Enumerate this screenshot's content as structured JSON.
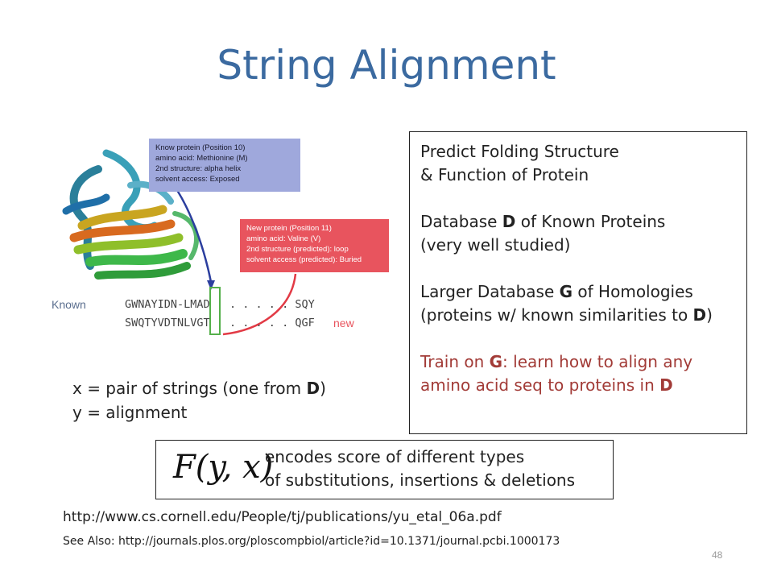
{
  "title": "String Alignment",
  "figure": {
    "known_box": [
      "Know protein (Position 10)",
      "amino acid: Methionine (M)",
      "2nd structure: alpha helix",
      "solvent access: Exposed"
    ],
    "new_box": [
      "New protein (Position 11)",
      "amino acid: Valine (V)",
      "2nd structure (predicted): loop",
      "solvent access (predicted): Buried"
    ],
    "known_label": "Known",
    "new_label": "new",
    "seq_known": "GWNAYIDN-LMAD . . . . . . SQY",
    "seq_new": "SWQTYVDTNLVGT . . . . . . QGF"
  },
  "rightbox": {
    "line1": "Predict Folding Structure",
    "line2": "& Function of Protein",
    "db_prefix": "Database ",
    "db_bold": "D",
    "db_suffix": " of Known Proteins",
    "db_note": "(very well studied)",
    "larger_prefix": "Larger Database ",
    "larger_bold": "G",
    "larger_suffix": " of Homologies",
    "homol_prefix": "(proteins w/ known similarities to ",
    "homol_bold": "D",
    "homol_suffix": ")",
    "train_prefix": "Train on ",
    "train_bold": "G",
    "train_suffix": ": learn how to align any",
    "amino_prefix": "amino acid seq to proteins in ",
    "amino_bold": "D"
  },
  "xy": {
    "x_prefix": "x = pair of strings (one from ",
    "x_bold": "D",
    "x_suffix": ")",
    "y": "y = alignment"
  },
  "fbox": {
    "symbol": "F(y, x)",
    "line1": "encodes score of different types",
    "line2": "of substitutions, insertions & deletions"
  },
  "url": "http://www.cs.cornell.edu/People/tj/publications/yu_etal_06a.pdf",
  "see_also": "See Also: http://journals.plos.org/ploscompbiol/article?id=10.1371/journal.pcbi.1000173",
  "page_number": "48"
}
